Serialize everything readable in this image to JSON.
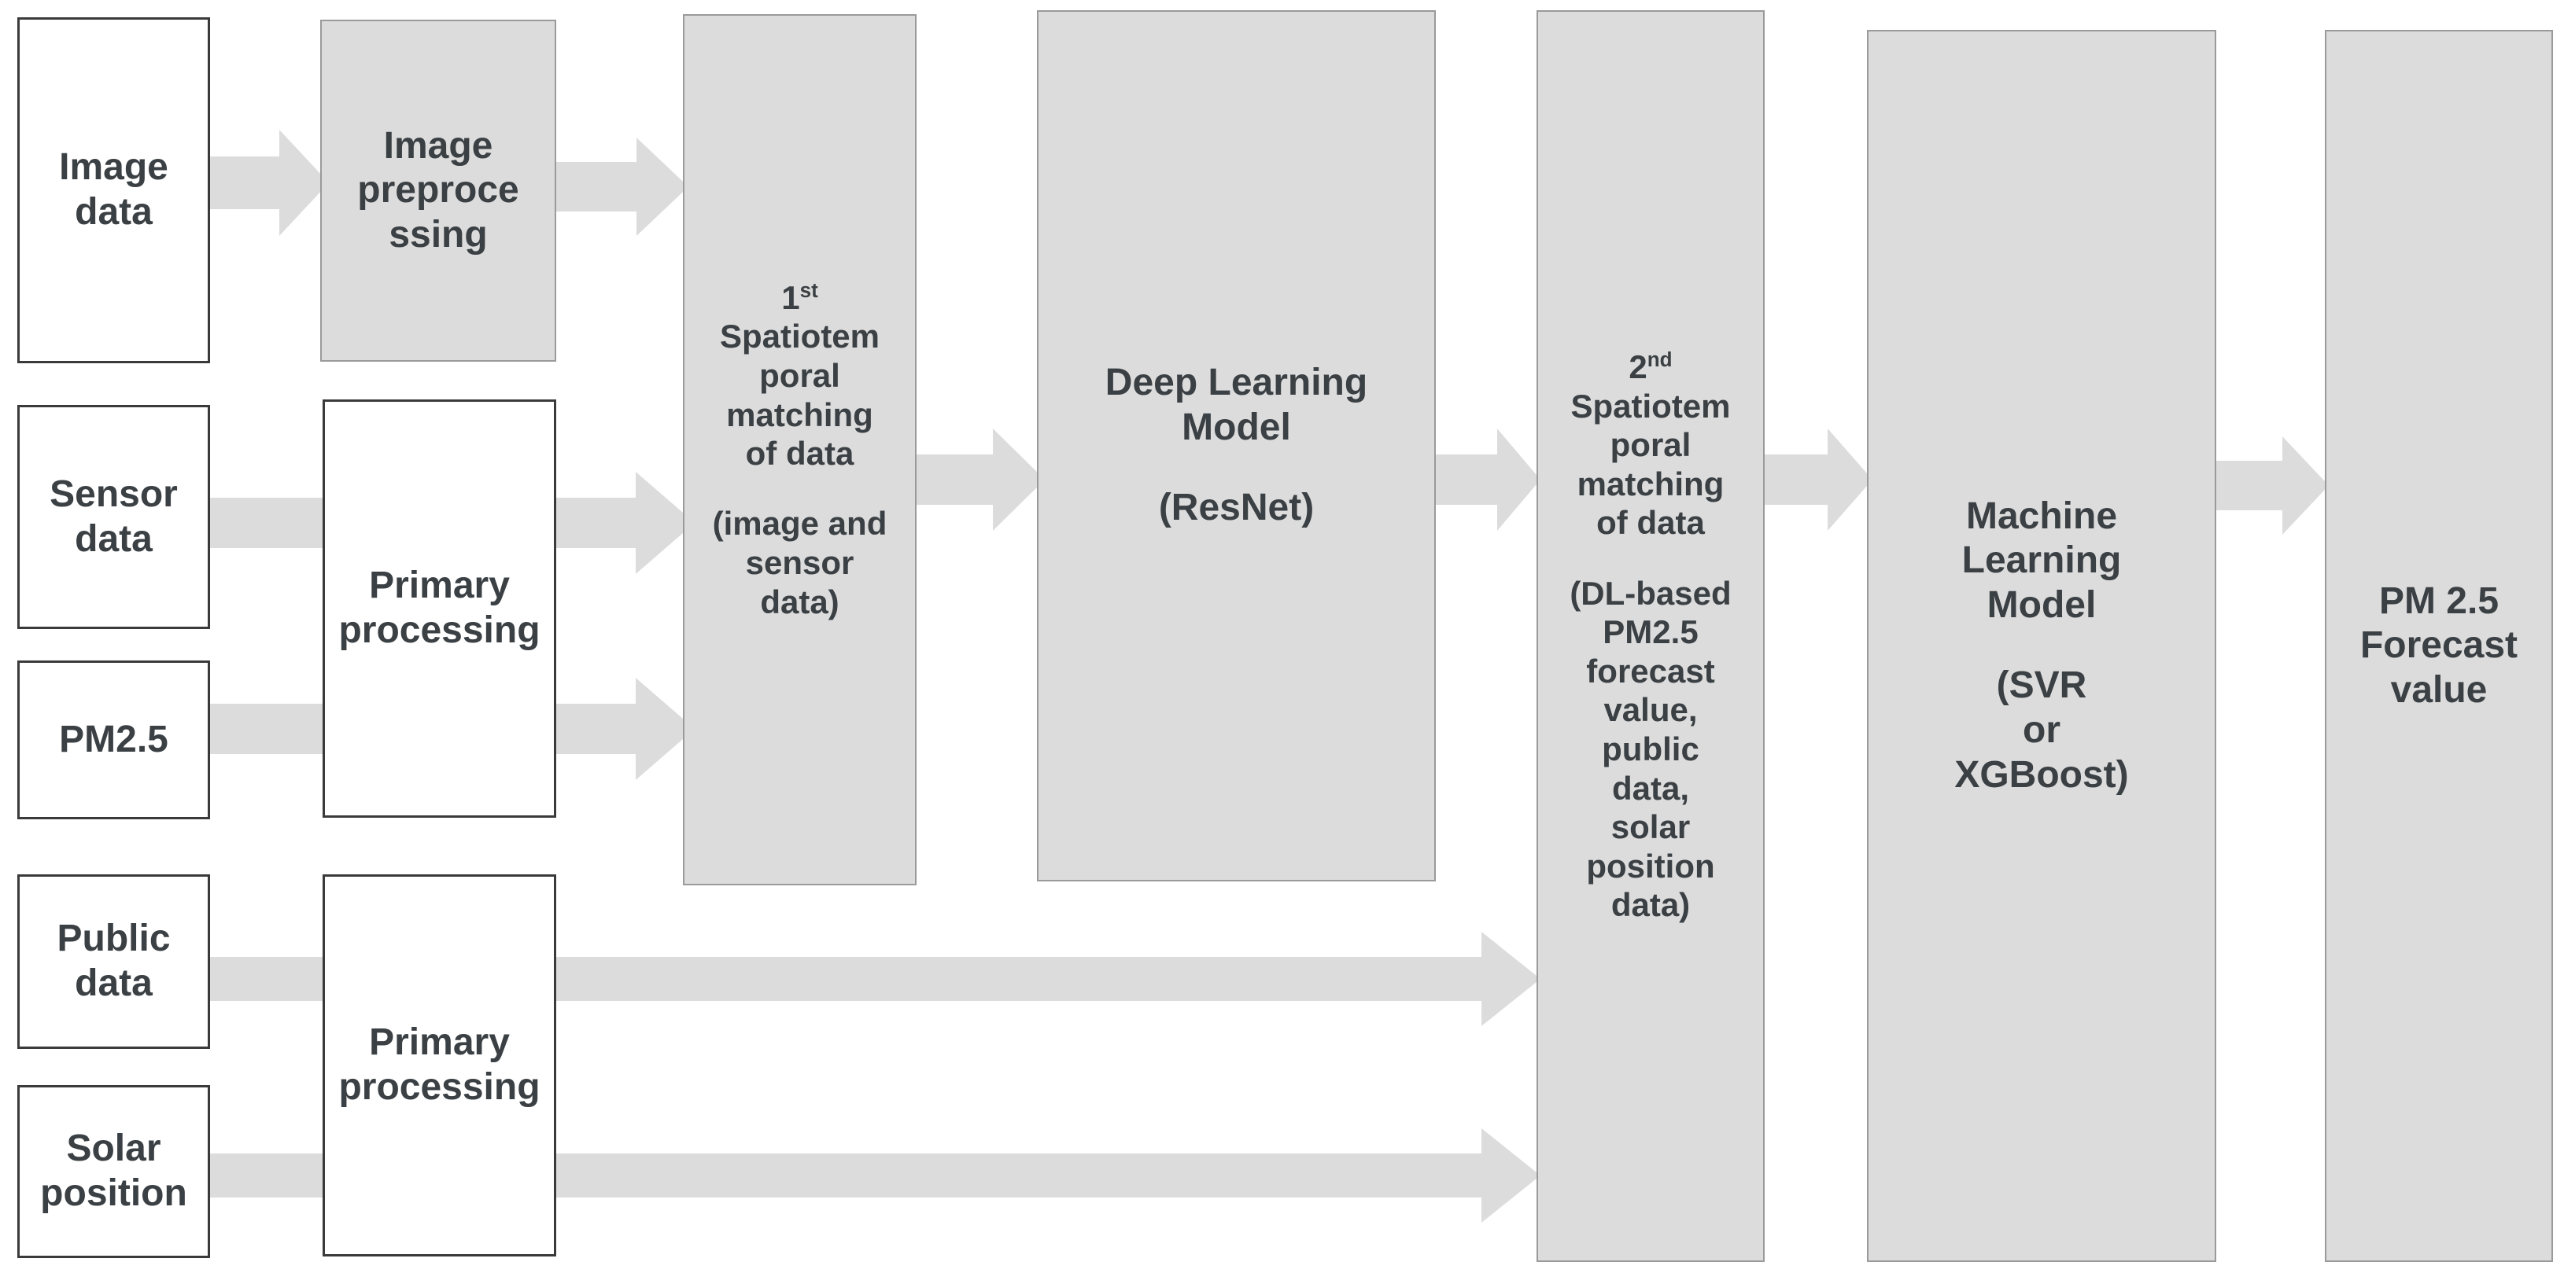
{
  "diagram": {
    "title": "PM2.5 forecasting pipeline flowchart",
    "colors": {
      "shaded_fill": "#dcdcdc",
      "shaded_border": "#9a9a9a",
      "plain_fill": "#ffffff",
      "plain_border": "#3a3a3a",
      "arrow_fill": "#dcdcdc",
      "text": "#3b4044",
      "background": "#ffffff"
    },
    "nodes": {
      "image_data": {
        "label": "Image\ndata",
        "line1": "Image",
        "line2": "data",
        "style": "plain"
      },
      "sensor_data": {
        "label": "Sensor\ndata",
        "line1": "Sensor",
        "line2": "data",
        "style": "plain"
      },
      "pm25": {
        "label": "PM2.5",
        "line1": "PM2.5",
        "line2": "",
        "style": "plain"
      },
      "public_data": {
        "label": "Public\ndata",
        "line1": "Public",
        "line2": "data",
        "style": "plain"
      },
      "solar_position": {
        "label": "Solar\nposition",
        "line1": "Solar",
        "line2": "position",
        "style": "plain"
      },
      "image_preprocessing": {
        "line1": "Image",
        "line2": "preproce",
        "line3": "ssing",
        "style": "shaded"
      },
      "primary_processing_top": {
        "line1": "Primary",
        "line2": "processing",
        "style": "plain"
      },
      "primary_processing_bottom": {
        "line1": "Primary",
        "line2": "processing",
        "style": "plain"
      },
      "first_match": {
        "ordinal": "1",
        "ordinal_suffix": "st",
        "title_lines": [
          "Spatiotem",
          "poral",
          "matching",
          "of data"
        ],
        "sub_lines": [
          "(image and",
          "sensor",
          "data)"
        ],
        "style": "shaded"
      },
      "deep_learning_model": {
        "title_lines": [
          "Deep Learning",
          "Model"
        ],
        "sub_lines": [
          "(ResNet)"
        ],
        "style": "shaded"
      },
      "second_match": {
        "ordinal": "2",
        "ordinal_suffix": "nd",
        "title_lines": [
          "Spatiotem",
          "poral",
          "matching",
          "of data"
        ],
        "sub_lines": [
          "(DL-based",
          "PM2.5",
          "forecast",
          "value,",
          "public",
          "data,",
          "solar",
          "position",
          "data)"
        ],
        "style": "shaded"
      },
      "machine_learning_model": {
        "title_lines": [
          "Machine",
          "Learning",
          "Model"
        ],
        "sub_lines": [
          "(SVR",
          "or",
          "XGBoost)"
        ],
        "style": "shaded"
      },
      "pm25_forecast_value": {
        "title_lines": [
          "PM 2.5",
          "Forecast",
          "value"
        ],
        "style": "shaded"
      }
    },
    "edges": [
      {
        "name": "image-data-to-preprocessing",
        "from": "image_data",
        "to": "image_preprocessing"
      },
      {
        "name": "preprocessing-to-first-match",
        "from": "image_preprocessing",
        "to": "first_match"
      },
      {
        "name": "sensor-data-to-primary-processing",
        "from": "sensor_data",
        "to": "primary_processing_top"
      },
      {
        "name": "primary-processing-to-first-match-upper",
        "from": "primary_processing_top",
        "to": "first_match"
      },
      {
        "name": "pm25-to-primary-processing",
        "from": "pm25",
        "to": "primary_processing_top"
      },
      {
        "name": "primary-processing-to-first-match-lower",
        "from": "primary_processing_top",
        "to": "first_match"
      },
      {
        "name": "first-match-to-deep-learning",
        "from": "first_match",
        "to": "deep_learning_model"
      },
      {
        "name": "deep-learning-to-second-match",
        "from": "deep_learning_model",
        "to": "second_match"
      },
      {
        "name": "public-data-to-second-match",
        "from": "public_data",
        "to": "second_match"
      },
      {
        "name": "solar-position-to-second-match",
        "from": "solar_position",
        "to": "second_match"
      },
      {
        "name": "second-match-to-machine-learning",
        "from": "second_match",
        "to": "machine_learning_model"
      },
      {
        "name": "machine-learning-to-forecast-value",
        "from": "machine_learning_model",
        "to": "pm25_forecast_value"
      }
    ]
  }
}
